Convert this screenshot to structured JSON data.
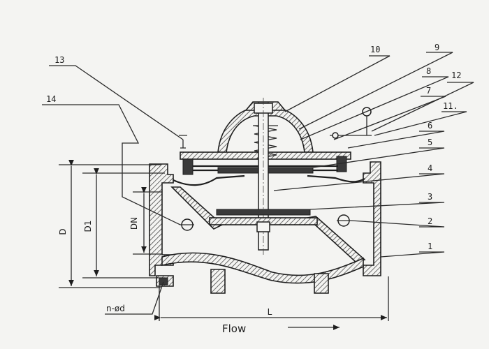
{
  "callouts": [
    "1",
    "2",
    "3",
    "4",
    "5",
    "6",
    "7",
    "8",
    "9",
    "10",
    "11.",
    "12",
    "13",
    "14"
  ],
  "dimensions": {
    "D": "D",
    "D1": "D1",
    "DN": "DN",
    "L": "L",
    "bolt_holes": "n-ød"
  },
  "flow_label": "Flow"
}
